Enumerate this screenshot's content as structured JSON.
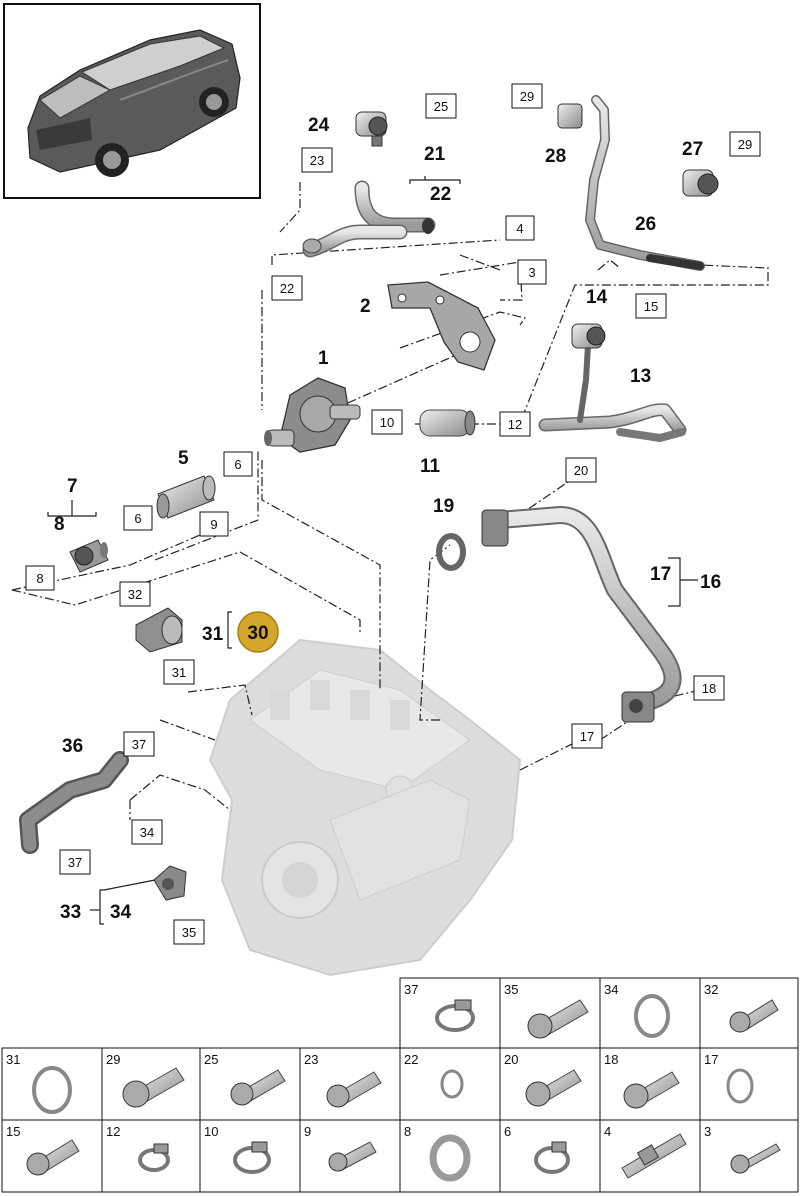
{
  "callouts": {
    "n1": "1",
    "n2": "2",
    "n3": "3",
    "n4": "4",
    "n5": "5",
    "n6a": "6",
    "n6b": "6",
    "n7": "7",
    "n8a": "8",
    "n8b": "8",
    "n9": "9",
    "n10": "10",
    "n11": "11",
    "n12": "12",
    "n13": "13",
    "n14": "14",
    "n15": "15",
    "n16": "16",
    "n17a": "17",
    "n17b": "17",
    "n18": "18",
    "n19": "19",
    "n20": "20",
    "n21": "21",
    "n22a": "22",
    "n22b": "22",
    "n23": "23",
    "n24": "24",
    "n25": "25",
    "n26": "26",
    "n27": "27",
    "n28": "28",
    "n29a": "29",
    "n29b": "29",
    "n30": "30",
    "n31a": "31",
    "n31b": "31",
    "n32": "32",
    "n33": "33",
    "n34a": "34",
    "n34b": "34",
    "n35": "35",
    "n36": "36",
    "n37a": "37",
    "n37b": "37"
  },
  "highlight": {
    "color": "#d4a62a",
    "label": "30"
  },
  "hardware_table": {
    "row1": [
      "37",
      "35",
      "34",
      "32"
    ],
    "row2": [
      "31",
      "29",
      "25",
      "23",
      "22",
      "20",
      "18",
      "17"
    ],
    "row3": [
      "15",
      "12",
      "10",
      "9",
      "8",
      "6",
      "4",
      "3"
    ]
  },
  "icons": [
    "car-thumbnail-icon",
    "engine-block-icon",
    "water-pump-icon",
    "bracket-icon",
    "pipe-icon",
    "hose-clamp-icon",
    "bolt-icon",
    "seal-ring-icon",
    "screw-icon"
  ]
}
